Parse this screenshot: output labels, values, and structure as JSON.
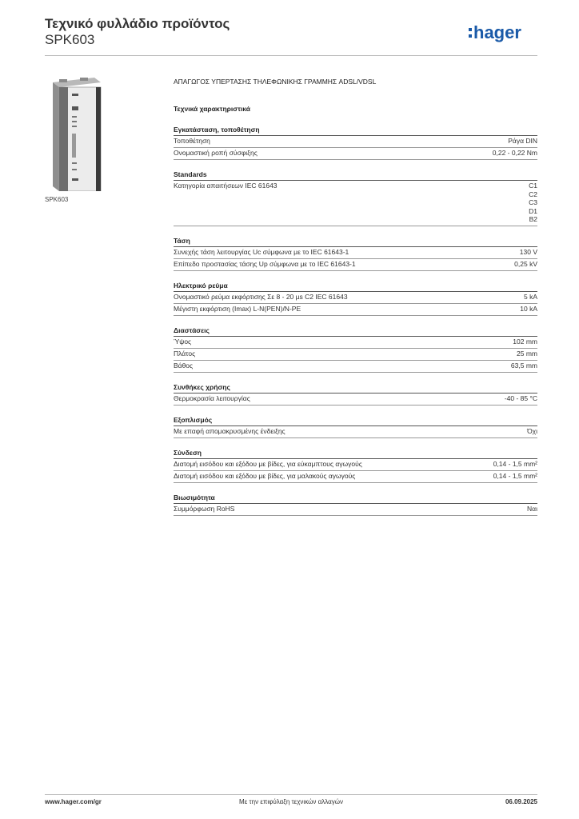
{
  "header": {
    "title": "Τεχνικό φυλλάδιο προϊόντος",
    "subtitle": "SPK603",
    "logo_text": "hager",
    "brand_color": "#1a5aa8"
  },
  "product": {
    "image_caption": "SPK603",
    "name": "ΑΠΑΓΩΓΟΣ ΥΠΕΡΤΑΣΗΣ ΤΗΛΕΦΩΝΙΚΗΣ ΓΡΑΜΜΗΣ ADSL/VDSL",
    "spec_title": "Τεχνικά χαρακτηριστικά"
  },
  "sections": [
    {
      "title": "Εγκατάσταση, τοποθέτηση",
      "rows": [
        {
          "label": "Τοποθέτηση",
          "value": "Ράγα DIN"
        },
        {
          "label": "Ονομαστική ροπή σύσφιξης",
          "value": "0,22 - 0,22 Nm"
        }
      ]
    },
    {
      "title": "Standards",
      "rows": [
        {
          "label": "Κατηγορία απαιτήσεων IEC 61643",
          "values": [
            "C1",
            "C2",
            "C3",
            "D1",
            "B2"
          ]
        }
      ]
    },
    {
      "title": "Τάση",
      "rows": [
        {
          "label": "Συνεχής τάση λειτουργίας Uc σύμφωνα με το IEC 61643-1",
          "value": "130 V"
        },
        {
          "label": "Επίπεδο προστασίας τάσης Up σύμφωνα με το IEC 61643-1",
          "value": "0,25 kV"
        }
      ]
    },
    {
      "title": "Ηλεκτρικό ρεύμα",
      "rows": [
        {
          "label": "Ονομαστικό ρεύμα εκφόρτισης Σε 8 - 20 µs C2 IEC 61643",
          "value": "5 kA"
        },
        {
          "label": "Μέγιστη εκφόρτιση (Imax) L-N(PEN)/N-PE",
          "value": "10 kA"
        }
      ]
    },
    {
      "title": "Διαστάσεις",
      "rows": [
        {
          "label": "Ύψος",
          "value": "102 mm"
        },
        {
          "label": "Πλάτος",
          "value": "25 mm"
        },
        {
          "label": "Βάθος",
          "value": "63,5 mm"
        }
      ]
    },
    {
      "title": "Συνθήκες χρήσης",
      "rows": [
        {
          "label": "Θερμοκρασία λειτουργίας",
          "value": "-40 - 85 °C"
        }
      ]
    },
    {
      "title": "Εξοπλισμός",
      "rows": [
        {
          "label": "Με επαφή απομακρυσμένης ένδειξης",
          "value": "Όχι"
        }
      ]
    },
    {
      "title": "Σύνδεση",
      "rows": [
        {
          "label": "Διατομή εισόδου και εξόδου με βίδες, για εύκαμπτους αγωγούς",
          "value": "0,14 - 1,5 mm²"
        },
        {
          "label": "Διατομή εισόδου και εξόδου με βίδες, για μαλακούς αγωγούς",
          "value": "0,14 - 1,5 mm²"
        }
      ]
    },
    {
      "title": "Βιωσιμότητα",
      "rows": [
        {
          "label": "Συμμόρφωση RoHS",
          "value": "Ναι"
        }
      ]
    }
  ],
  "footer": {
    "website": "www.hager.com/gr",
    "notice": "Με την επιφύλαξη τεχνικών αλλαγών",
    "date": "06.09.2025"
  }
}
